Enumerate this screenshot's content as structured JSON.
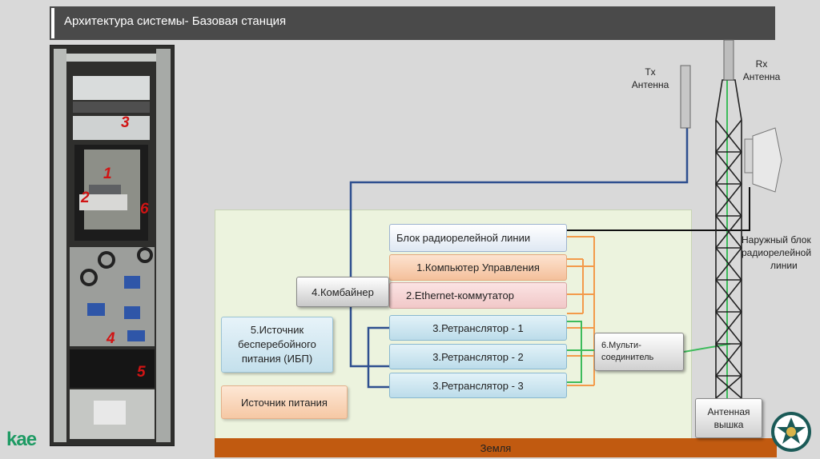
{
  "header": {
    "title": "Архитектура системы- Базовая станция"
  },
  "photo": {
    "labels": [
      "3",
      "1",
      "2",
      "6",
      "4",
      "5"
    ]
  },
  "diagram": {
    "radio_block": "Блок радиорелейной линии",
    "pc": "1.Компьютер Управления",
    "ethernet": "2.Ethernet-коммутатор",
    "repeaters": [
      "3.Ретранслятор - 1",
      "3.Ретранслятор - 2",
      "3.Ретранслятор - 3"
    ],
    "combiner": "4.Комбайнер",
    "ups": "5.Источник бесперебойного питания (ИБП)",
    "power": "Источник питания",
    "mux_line1": "6.Мульти-",
    "mux_line2": "соединитель",
    "tower_line1": "Антенная",
    "tower_line2": "вышка",
    "tx_line1": "Tx",
    "tx_line2": "Антенна",
    "rx_line1": "Rx",
    "rx_line2": "Антенна",
    "outdoor_line1": "Наружный блок",
    "outdoor_line2": "радиорелейной",
    "outdoor_line3": "линии",
    "ground": "Земля"
  },
  "brand": {
    "logo": "kae"
  },
  "colors": {
    "header": "#4a4a4a",
    "ground": "#c15a10",
    "diagram_bg": "#ecf3de",
    "blue_line": "#2e4f8f",
    "orange_line": "#f39a4a",
    "green_line": "#3dbb5b"
  }
}
